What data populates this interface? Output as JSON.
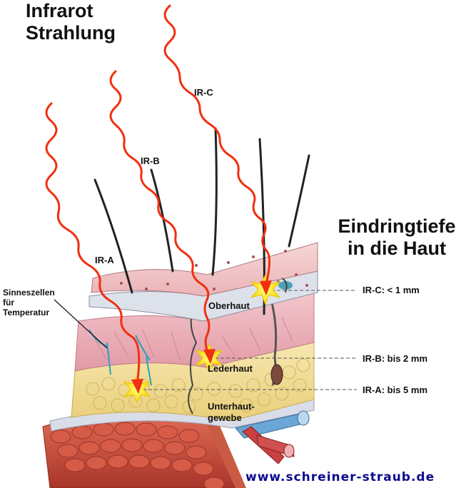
{
  "title": {
    "line1": "Infrarot",
    "line2": "Strahlung"
  },
  "heading": {
    "line1": "Eindringtiefe",
    "line2": "in die Haut"
  },
  "rays": [
    {
      "label": "IR-A"
    },
    {
      "label": "IR-B"
    },
    {
      "label": "IR-C"
    }
  ],
  "depths": [
    {
      "label": "IR-C: < 1 mm"
    },
    {
      "label": "IR-B: bis 2 mm"
    },
    {
      "label": "IR-A: bis 5 mm"
    }
  ],
  "layers": {
    "oberhaut": "Oberhaut",
    "lederhaut": "Lederhaut",
    "unterhaut_line1": "Unterhaut-",
    "unterhaut_line2": "gewebe"
  },
  "sensor": {
    "line1": "Sinneszellen",
    "line2": "für",
    "line3": "Temperatur"
  },
  "website": "www.schreiner-straub.de",
  "colors": {
    "ray": "#f03010",
    "url": "#0a0a8c",
    "skin": "#f2c4c4",
    "fat": "#f3df9a",
    "muscle": "#c84a3a"
  }
}
